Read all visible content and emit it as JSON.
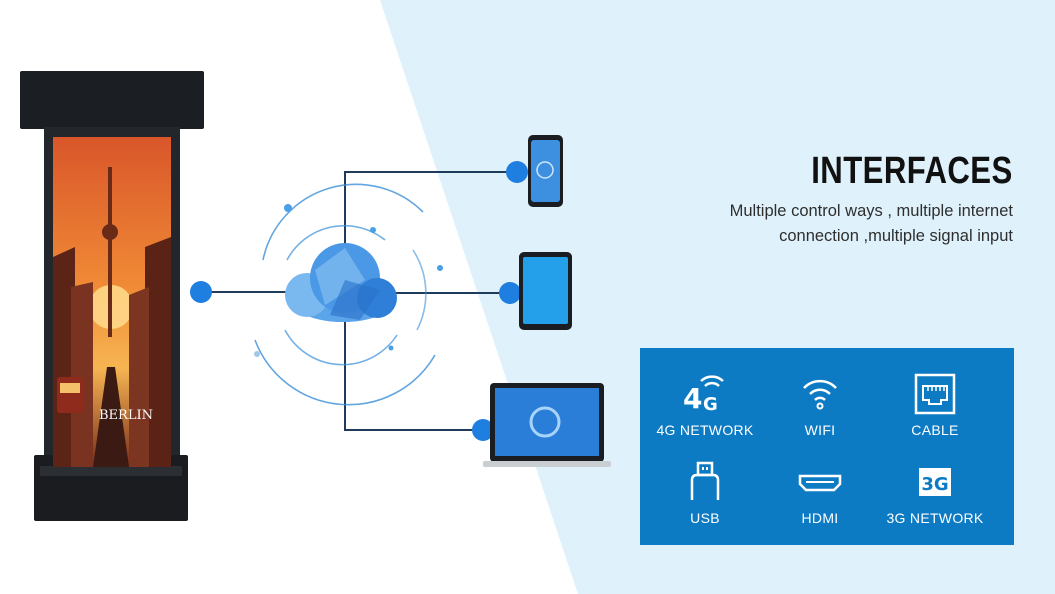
{
  "heading": {
    "title": "INTERFACES",
    "subtitle": "Multiple control ways , multiple internet connection ,multiple signal input"
  },
  "kiosk": {
    "screen_text": "BERLIN"
  },
  "interfaces": [
    {
      "label": "4G NETWORK",
      "icon": "4g-signal-icon"
    },
    {
      "label": "WIFI",
      "icon": "wifi-icon"
    },
    {
      "label": "CABLE",
      "icon": "ethernet-port-icon"
    },
    {
      "label": "USB",
      "icon": "usb-icon"
    },
    {
      "label": "HDMI",
      "icon": "hdmi-icon"
    },
    {
      "label": "3G NETWORK",
      "icon": "3g-icon"
    }
  ],
  "colors": {
    "panel": "#0d7bc4",
    "background_tint": "#dff2fb",
    "accent_blue": "#1e7fe0",
    "line": "#1f3b5c"
  }
}
